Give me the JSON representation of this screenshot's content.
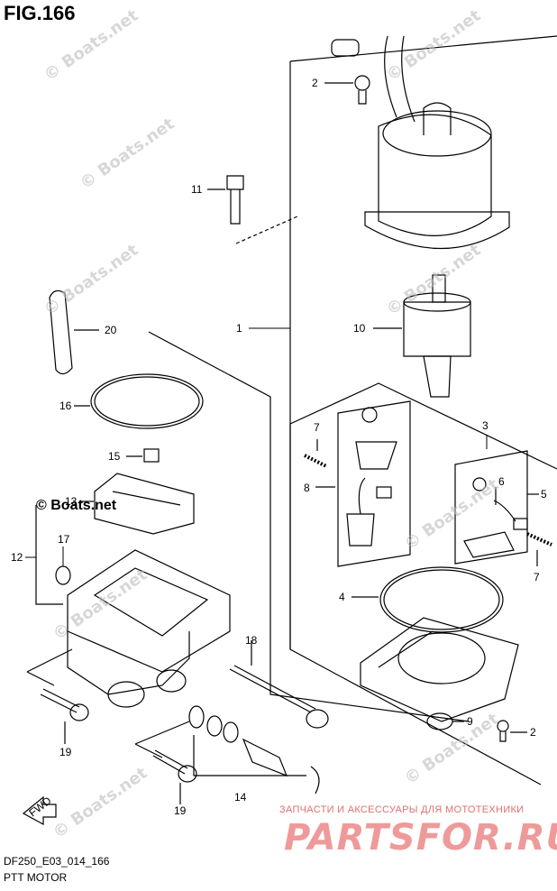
{
  "figure": {
    "title": "FIG.166"
  },
  "footer": {
    "code": "DF250_E03_014_166",
    "name": "PTT MOTOR"
  },
  "watermark": {
    "text": "© Boats.net",
    "brand": "© Boats.net"
  },
  "shop": {
    "tagline": "ЗАПЧАСТИ И АКСЕССУАРЫ ДЛЯ МОТОТЕХНИКИ",
    "logo": "PARTSFOR.RU"
  },
  "callouts": {
    "c1": "1",
    "c2a": "2",
    "c2b": "2",
    "c3": "3",
    "c4": "4",
    "c5": "5",
    "c6": "6",
    "c7a": "7",
    "c7b": "7",
    "c8": "8",
    "c9": "9",
    "c10": "10",
    "c11": "11",
    "c12": "12",
    "c13": "13",
    "c14": "14",
    "c15": "15",
    "c16": "16",
    "c17": "17",
    "c18": "18",
    "c19a": "19",
    "c19b": "19",
    "c20": "20"
  },
  "fwd_label": "FWD",
  "colors": {
    "line": "#000000",
    "watermark": "#bdbdbd",
    "shop": "#e57373"
  }
}
